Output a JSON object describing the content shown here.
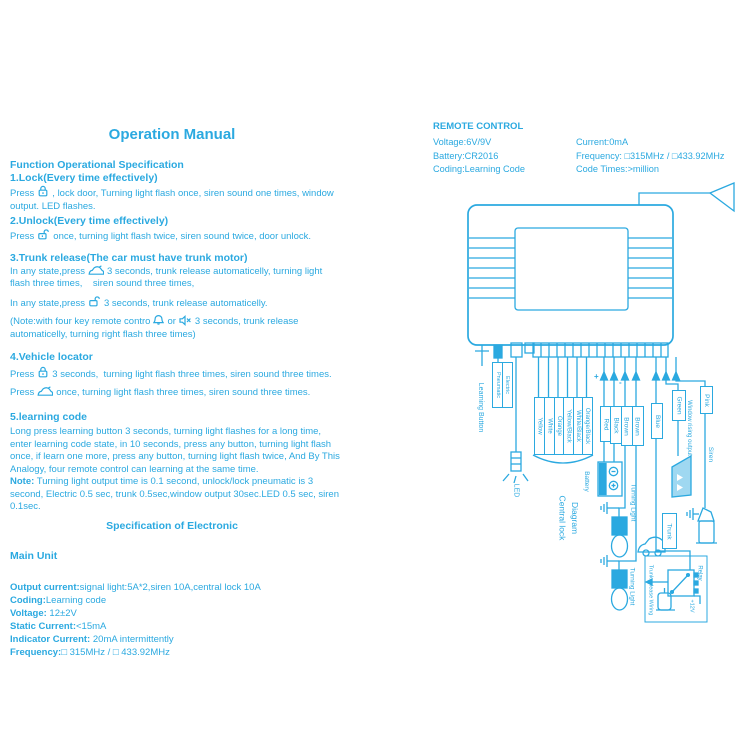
{
  "manual": {
    "title": "Operation Manual",
    "section1_title": "Function Operational Specification",
    "lock_heading": "1.Lock(Every time effectively)",
    "lock_pre": "Press",
    "lock_post": ", lock door, Turning light flash once, siren sound one times, window output. LED flashes.",
    "unlock_heading": "2.Unlock(Every time effectively)",
    "unlock_pre": "Press",
    "unlock_post": "once, turning light flash twice, siren sound twice, door unlock.",
    "trunk_heading": "3.Trunk release(The car must have trunk motor)",
    "trunk_p1_pre": "In any state,press",
    "trunk_p1_post": "3 seconds, trunk release automaticelly, turning light flash three times,    siren sound three times,",
    "trunk_p2_pre": "In any state,press",
    "trunk_p2_post": "3 seconds, trunk release automaticelly.",
    "trunk_note_pre": "(Note:with four key remote contro",
    "trunk_note_mid": "or",
    "trunk_note_post": "3 seconds, trunk release automaticelly, turning right flash three times)",
    "locator_heading": "4.Vehicle locator",
    "locator_p1_pre": "Press",
    "locator_p1_post": "3 seconds,  turning light flash three times, siren sound three times.",
    "locator_p2_pre": "Press",
    "locator_p2_post": "once, turning light flash three times, siren sound three times.",
    "learning_heading": "5.learning code",
    "learning_p": "Long press learning button 3 seconds, turning light flashes for a long time, enter learning code state, in 10 seconds, press any button, turning light flash once, if learn one more, press any button, turning light flash twice, And By This Analogy, four remote control can learning at the same time.",
    "note_label": "Note:",
    "note_text": " Turning light output time is 0.1 second, unlock/lock pneumatic is 3 second, Electric 0.5 sec, trunk 0.5sec,window output 30sec.LED 0.5 sec, siren 0.1sec.",
    "spec_title": "Specification of Electronic",
    "main_unit_title": "Main Unit",
    "specs": [
      {
        "label": "Output current:",
        "value": "signal light:5A*2,siren 10A,central lock 10A"
      },
      {
        "label": "Coding:",
        "value": "Learning code"
      },
      {
        "label": "Voltage:",
        "value": " 12±2V"
      },
      {
        "label": "Static Current:",
        "value": "<15mA"
      },
      {
        "label": "Indicator Current:",
        "value": " 20mA intermittently"
      },
      {
        "label": "Frequency:",
        "value": "□ 315MHz / □ 433.92MHz"
      }
    ]
  },
  "remote": {
    "title": "REMOTE CONTROL",
    "voltage": "Voltage:6V/9V",
    "battery": "Battery:CR2016",
    "coding": "Coding:Learning Code",
    "current": "Current:0mA",
    "frequency": "Frequency: □315MHz / □433.92MHz",
    "code_times": "Code Times:>million"
  },
  "diagram": {
    "learning_button": "Learning Button",
    "pneumatic": "Pneumatic",
    "electric": "Electric",
    "led": "LED",
    "central_wires": [
      "Yellow",
      "White",
      "Orange",
      "Yellow/Black",
      "White/Black",
      "Orange/Black"
    ],
    "central_caption_left": "Central lock",
    "central_caption_right": "Diagram",
    "battery": "Battery",
    "right_wires": [
      "Red",
      "Black",
      "Brown",
      "Brown",
      "Blue",
      "Green",
      "Pink"
    ],
    "plus": "+",
    "minus": "-",
    "window_caption": "Window rising output",
    "siren": "Siren",
    "turning_light_1": "Turning Light",
    "turning_light_2": "Turning Light",
    "trunk": "Trunk",
    "relay": "Relay",
    "trunk_release": "Trunk release Wiring",
    "v12": "+12V"
  },
  "colors": {
    "accent": "#2BA9E0"
  }
}
